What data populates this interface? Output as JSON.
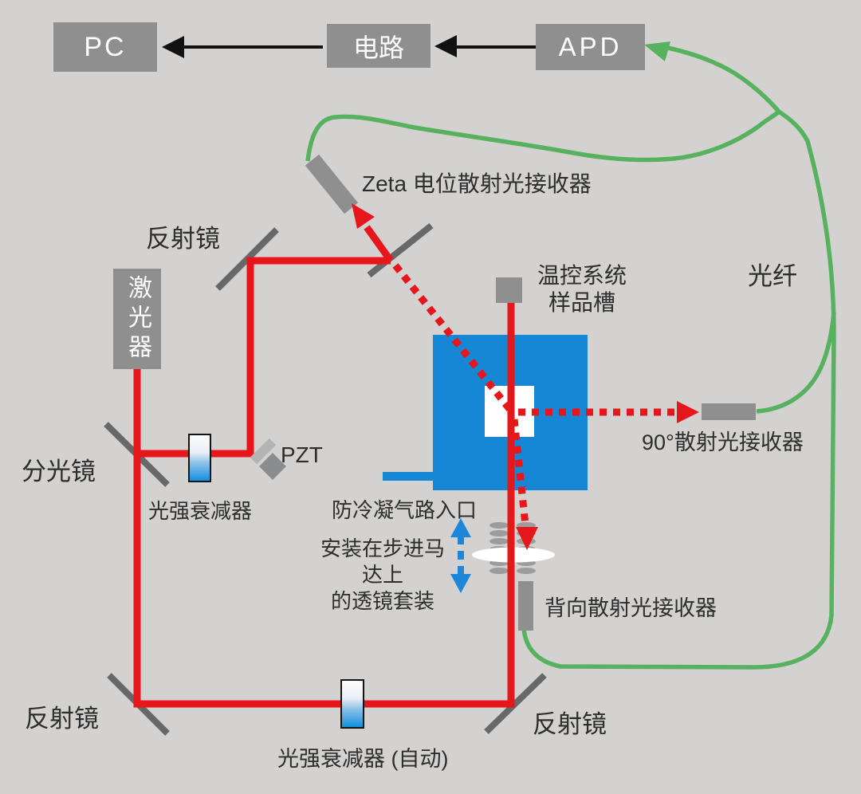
{
  "boxes": {
    "pc": "PC",
    "circuit": "电路",
    "apd": "APD",
    "laser": "激光器"
  },
  "labels": {
    "mirror_top": "反射镜",
    "zeta_receiver": "Zeta 电位散射光接收器",
    "temp_system_line1": "温控系统",
    "temp_system_line2": "样品槽",
    "fiber": "光纤",
    "receiver_90": "90°散射光接收器",
    "beam_splitter": "分光镜",
    "attenuator": "光强衰减器",
    "pzt": "PZT",
    "gas_inlet": "防冷凝气路入口",
    "lens_line1": "安装在步进马达上",
    "lens_line2": "的透镜套装",
    "back_receiver": "背向散射光接收器",
    "mirror_bottom_left": "反射镜",
    "mirror_bottom_right": "反射镜",
    "attenuator_auto": "光强衰减器 (自动)"
  },
  "colors": {
    "background": "#d3d2d0",
    "component_gray": "#8f8f90",
    "mirror_gray": "#67686a",
    "laser_beam_red": "#e7161b",
    "fiber_green": "#58b15f",
    "sample_cell_blue": "#1587d5",
    "motion_arrow_blue": "#1e86d8",
    "text": "#2d2d2d"
  },
  "line_meanings": {
    "solid_red": "laser beam path",
    "dotted_red": "scattered light",
    "green": "optical fiber",
    "black": "electronic signal"
  }
}
